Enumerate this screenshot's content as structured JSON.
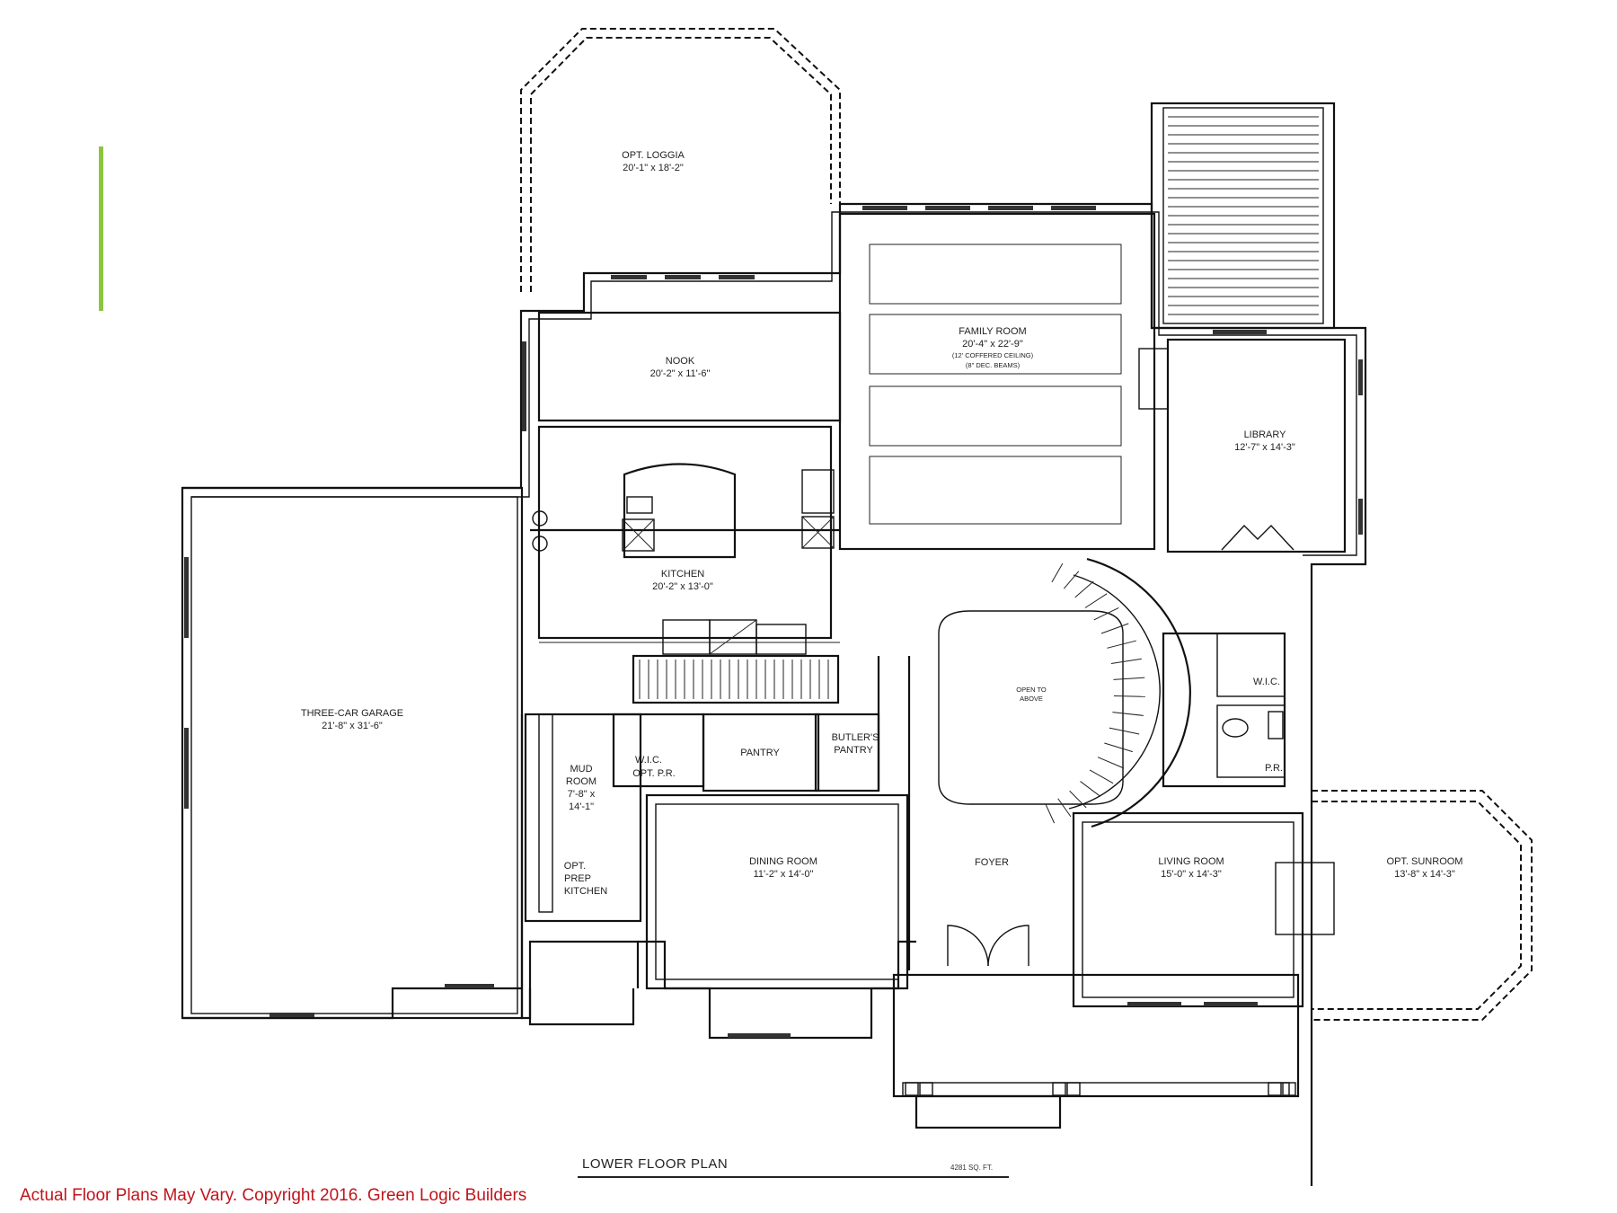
{
  "rooms": {
    "loggia": {
      "name": "OPT. LOGGIA",
      "dims": "20'-1\" x 18'-2\""
    },
    "family_room": {
      "name": "FAMILY ROOM",
      "dims": "20'-4\" x 22'-9\"",
      "note1": "(12' COFFERED CEILING)",
      "note2": "(8\" DEC. BEAMS)"
    },
    "nook": {
      "name": "NOOK",
      "dims": "20'-2\" x 11'-6\""
    },
    "library": {
      "name": "LIBRARY",
      "dims": "12'-7\" x 14'-3\""
    },
    "kitchen": {
      "name": "KITCHEN",
      "dims": "20'-2\" x 13'-0\""
    },
    "garage": {
      "name": "THREE-CAR GARAGE",
      "dims": "21'-8\" x 31'-6\""
    },
    "open_to_above": {
      "line1": "OPEN TO",
      "line2": "ABOVE"
    },
    "wic_right": {
      "name": "W.I.C."
    },
    "pr_right": {
      "name": "P.R."
    },
    "pantry": {
      "name": "PANTRY"
    },
    "butlers_pantry": {
      "line1": "BUTLER'S",
      "line2": "PANTRY"
    },
    "wic_pr_left": {
      "line1": "W.I.C.",
      "line2": "OPT. P.R."
    },
    "mud_room": {
      "line1": "MUD",
      "line2": "ROOM",
      "line3": "7'-8\" x",
      "line4": "14'-1\""
    },
    "prep_kitchen": {
      "line1": "OPT.",
      "line2": "PREP",
      "line3": "KITCHEN"
    },
    "dining_room": {
      "name": "DINING ROOM",
      "dims": "11'-2\" x 14'-0\""
    },
    "foyer": {
      "name": "FOYER"
    },
    "living_room": {
      "name": "LIVING ROOM",
      "dims": "15'-0\" x 14'-3\""
    },
    "sunroom": {
      "name": "OPT. SUNROOM",
      "dims": "13'-8\" x 14'-3\""
    }
  },
  "plan_title": "LOWER FLOOR PLAN",
  "sqft": "4281 SQ. FT.",
  "disclaimer": "Actual Floor Plans May Vary. Copyright 2016. Green Logic Builders",
  "colors": {
    "accent": "#8cc63f",
    "disclaimer": "#c0141c"
  }
}
